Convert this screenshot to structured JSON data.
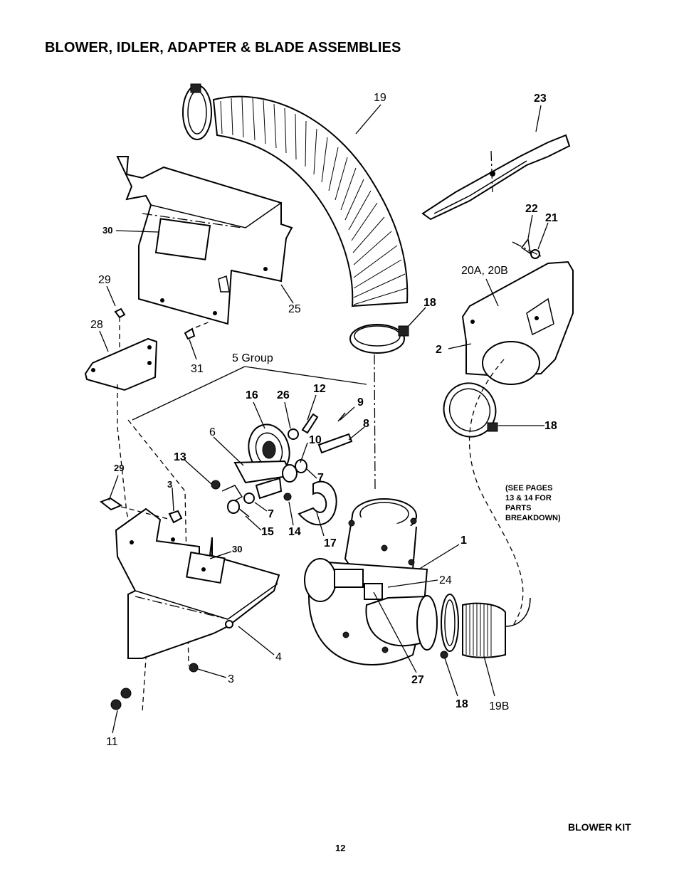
{
  "title": "BLOWER, IDLER, ADAPTER & BLADE ASSEMBLIES",
  "labels": {
    "l19": "19",
    "l23": "23",
    "l22": "22",
    "l21": "21",
    "l20": "20A, 20B",
    "l18a": "18",
    "l2": "2",
    "l18b": "18",
    "l30a": "30",
    "l29a": "29",
    "l28": "28",
    "l25": "25",
    "l31": "31",
    "l5": "5 Group",
    "l16": "16",
    "l26": "26",
    "l12": "12",
    "l9": "9",
    "l8": "8",
    "l6": "6",
    "l10": "10",
    "l13": "13",
    "l29b": "29",
    "l3a": "3",
    "l7a": "7",
    "l7b": "7",
    "l15": "15",
    "l14": "14",
    "l17": "17",
    "l30b": "30",
    "l1": "1",
    "l24": "24",
    "l4": "4",
    "l3b": "3",
    "l27": "27",
    "l18c": "18",
    "l19b": "19B",
    "l11": "11"
  },
  "note": {
    "line1": "(SEE PAGES",
    "line2": "13 & 14 FOR",
    "line3": "PARTS",
    "line4": "BREAKDOWN)"
  },
  "footer": {
    "kit": "BLOWER KIT",
    "page_number": "12"
  },
  "icons": {
    "blower_housing": "blower-housing-icon",
    "hose": "hose-icon",
    "blade": "blade-icon",
    "pulley": "pulley-icon",
    "clamp": "clamp-icon"
  }
}
